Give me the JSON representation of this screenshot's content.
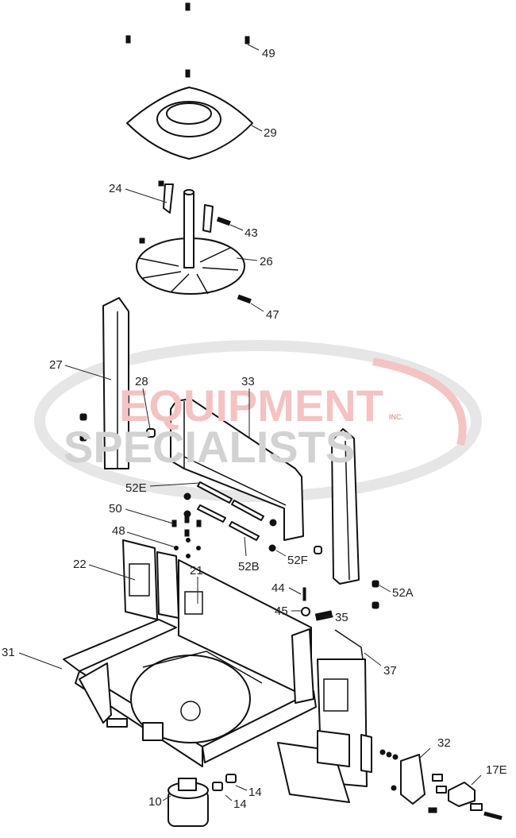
{
  "watermark": {
    "line1": "EQUIPMENT",
    "line2": "SPECIALISTS",
    "suffix": "INC.",
    "color_red": "#e03030",
    "color_grey": "#9a9a9a"
  },
  "labels": {
    "p49": "49",
    "p29": "29",
    "p24": "24",
    "p43": "43",
    "p26": "26",
    "p47": "47",
    "p27": "27",
    "p28": "28",
    "p33": "33",
    "p52E": "52E",
    "p50": "50",
    "p48": "48",
    "p52B": "52B",
    "p52F": "52F",
    "p22": "22",
    "p21": "21",
    "p44": "44",
    "p45": "45",
    "p35": "35",
    "p52A": "52A",
    "p31": "31",
    "p37": "37",
    "p32": "32",
    "p17E": "17E",
    "p10": "10",
    "p14a": "14",
    "p14b": "14"
  }
}
